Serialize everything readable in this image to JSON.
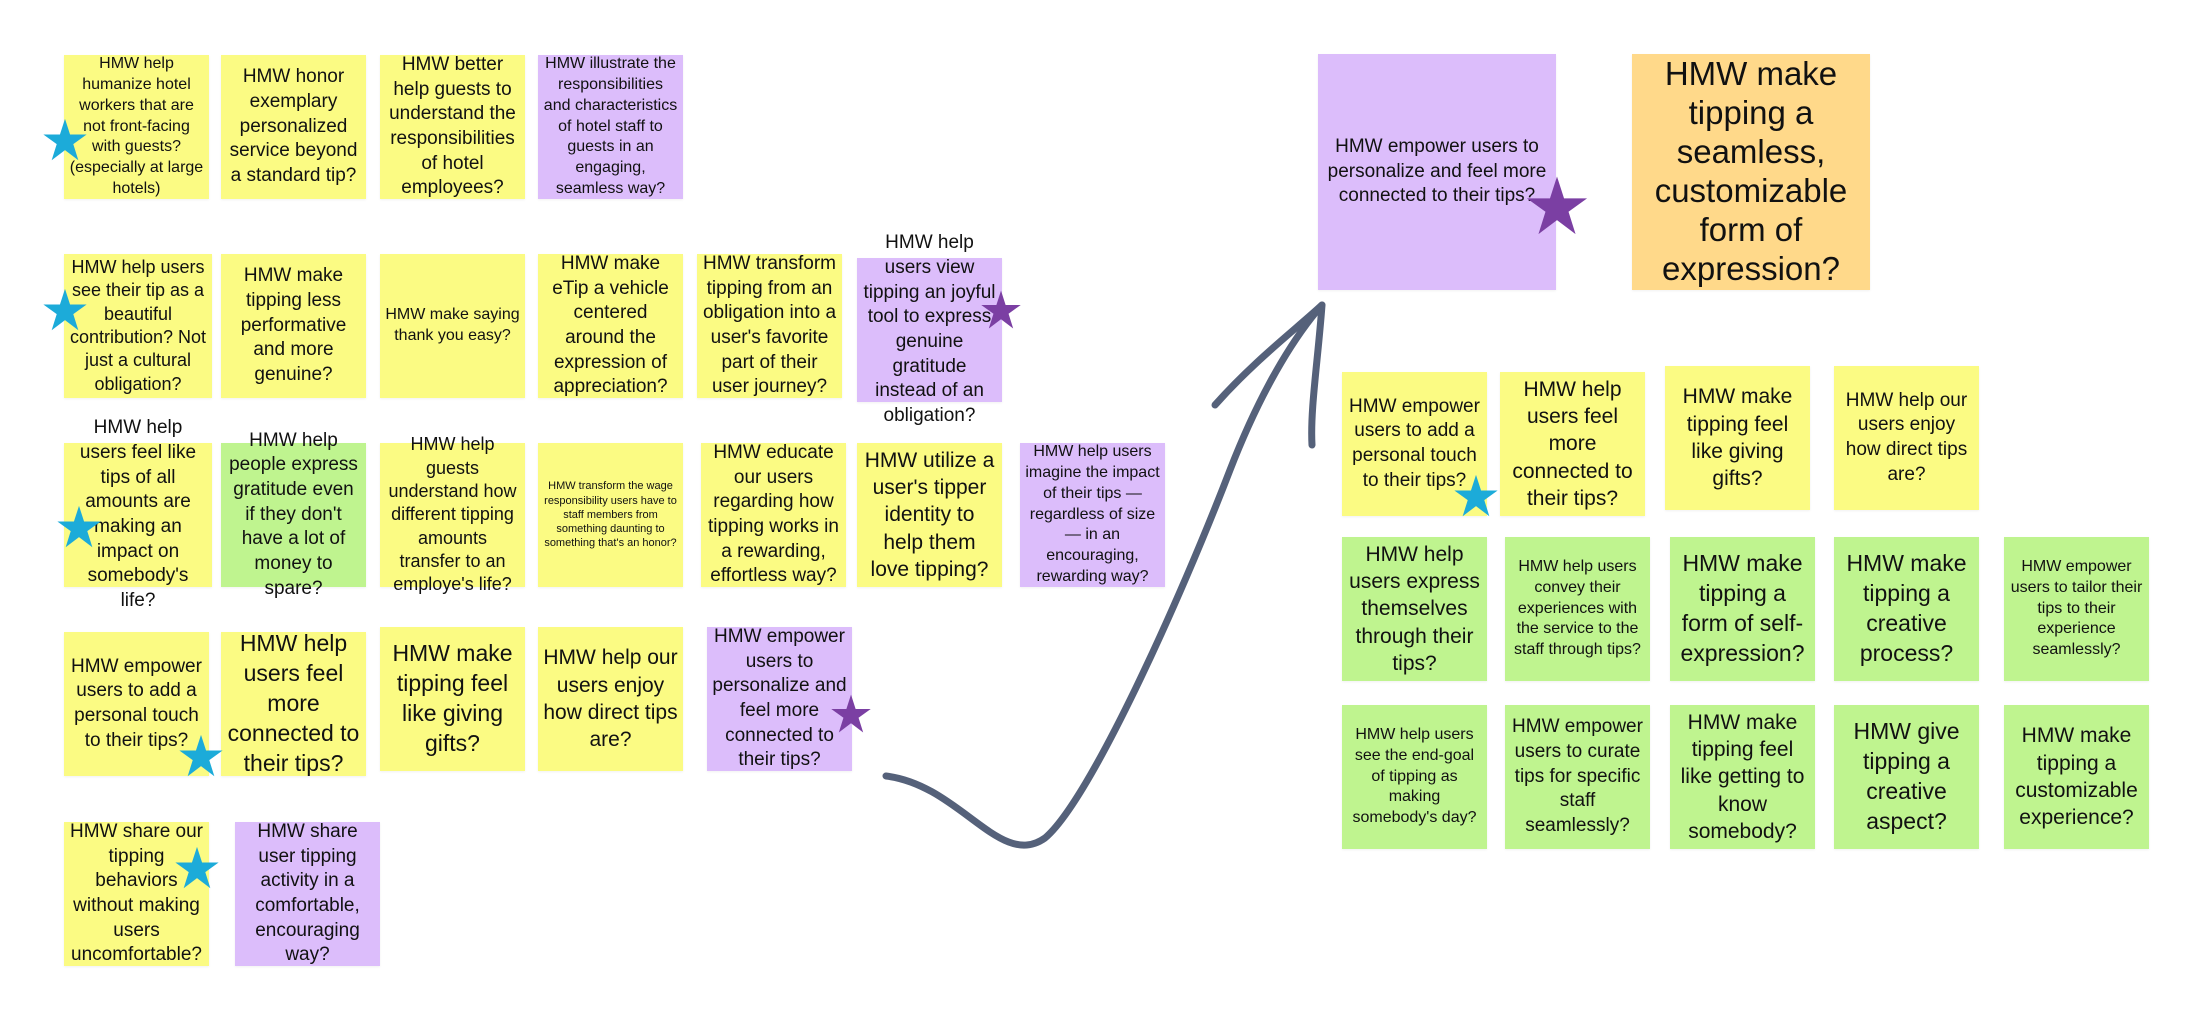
{
  "colors": {
    "yellow": "#fbfb83",
    "purple": "#dcbdfb",
    "green": "#bff48f",
    "orange": "#ffd98a",
    "star_blue": "#1cabd9",
    "star_purple": "#7b3fa3",
    "arrow": "#55617a"
  },
  "icons": {
    "star_blue": "star-icon",
    "star_purple": "star-icon",
    "arrow": "arrow-icon"
  },
  "left_notes": {
    "r1": [
      "HMW help humanize hotel workers that are not front-facing with guests? (especially at large hotels)",
      "HMW honor exemplary personalized service beyond a standard tip?",
      "HMW better help guests to understand the responsibilities of hotel employees?",
      "HMW illustrate the responsibilities and characteristics of hotel staff to guests in an engaging, seamless way?"
    ],
    "r2": [
      "HMW help users see their tip as a beautiful contribution? Not just a cultural obligation?",
      "HMW make tipping less performative and more genuine?",
      "HMW make saying thank you easy?",
      "HMW make eTip a vehicle centered around the expression of appreciation?",
      "HMW transform tipping from an obligation into a user's favorite part of their user journey?",
      "HMW help users view tipping an joyful tool to express genuine gratitude instead of an obligation?"
    ],
    "r3": [
      "HMW help users feel like tips of all amounts are making an impact on somebody's life?",
      "HMW help people express gratitude even if they don't have a lot of money to spare?",
      "HMW help guests understand how different tipping amounts transfer to an employe's life?",
      "HMW transform the wage responsibility users have to staff members from something daunting to something that's an honor?",
      "HMW educate our users regarding how tipping works in a rewarding, effortless way?",
      "HMW utilize a user's tipper identity to help them love tipping?",
      "HMW help users imagine the impact of their tips —regardless of size— in an encouraging, rewarding way?"
    ],
    "r4": [
      "HMW empower users to add a personal touch to their tips?",
      "HMW help users feel more connected to their tips?",
      "HMW make tipping feel like giving gifts?",
      "HMW help our users enjoy how direct tips are?",
      "HMW empower users to personalize and feel more connected to their tips?"
    ],
    "r5": [
      "HMW share our tipping behaviors without making users uncomfortable?",
      "HMW share user tipping activity in a comfortable, encouraging way?"
    ]
  },
  "right_notes": {
    "featured_purple": "HMW empower users to personalize and feel more connected to their tips?",
    "featured_orange": "HMW make tipping a seamless, customizable form of expression?",
    "r1": [
      "HMW empower users to add a personal touch to their tips?",
      "HMW help users feel more connected to their tips?",
      "HMW make tipping feel like giving gifts?",
      "HMW help our users enjoy how direct tips are?"
    ],
    "r2": [
      "HMW help users express themselves through their tips?",
      "HMW help users convey their experiences with the service to the staff through tips?",
      "HMW make tipping a form of self-expression?",
      "HMW make tipping a creative process?",
      "HMW empower users to tailor their tips to their experience seamlessly?"
    ],
    "r3": [
      "HMW help users see the end-goal of tipping as making somebody's day?",
      "HMW empower users to curate tips for specific staff seamlessly?",
      "HMW make tipping feel like getting to know somebody?",
      "HMW give tipping a creative aspect?",
      "HMW make tipping a customizable experience?"
    ]
  }
}
